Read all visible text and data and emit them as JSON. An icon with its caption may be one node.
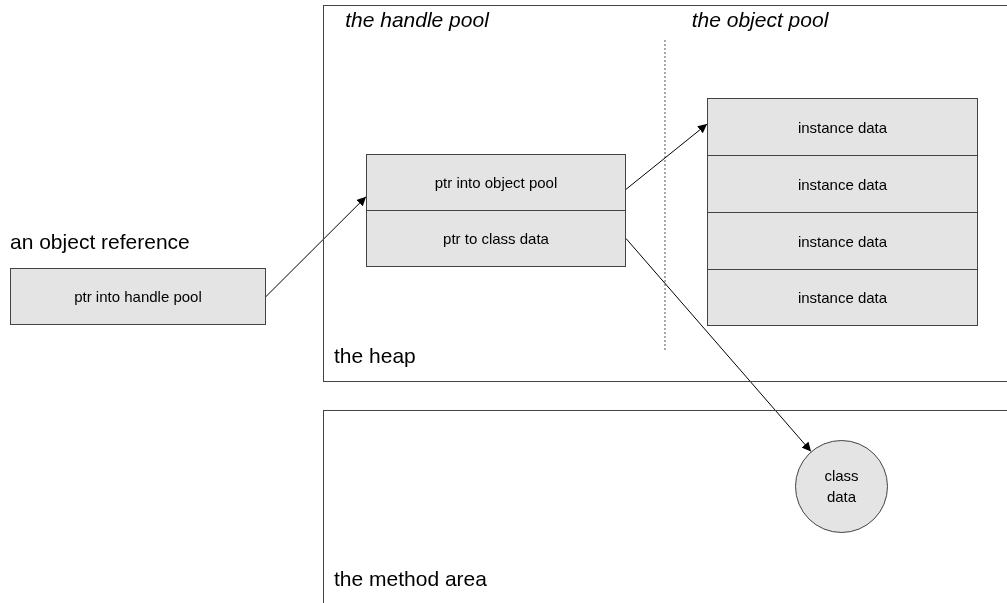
{
  "diagram": {
    "nodes": [
      {
        "text": [
          "the heap"
        ]
      },
      {
        "text": [
          "ptr into object pool"
        ],
        "in": 0
      },
      {
        "text": [
          "ptr to class data"
        ],
        "in": 0
      },
      {
        "text": [
          "instance data"
        ],
        "in": 0
      },
      {
        "text": [
          "instance data"
        ],
        "in": 0
      },
      {
        "text": [
          "instance data"
        ],
        "in": 0
      },
      {
        "text": [
          "instance data"
        ],
        "in": 0
      },
      {
        "text": [
          "the method area"
        ]
      },
      {
        "text": [
          "class data"
        ],
        "in": 7
      },
      {
        "text": [
          "an object reference",
          "ptr into handle pool"
        ]
      }
    ],
    "edges": [
      {
        "from": 9,
        "to": 1,
        "arrow": "to"
      },
      {
        "from": 1,
        "to": 3,
        "arrow": "to"
      },
      {
        "from": 2,
        "to": 8,
        "arrow": "to"
      }
    ],
    "labels": [
      "the handle pool",
      "the object pool"
    ]
  }
}
